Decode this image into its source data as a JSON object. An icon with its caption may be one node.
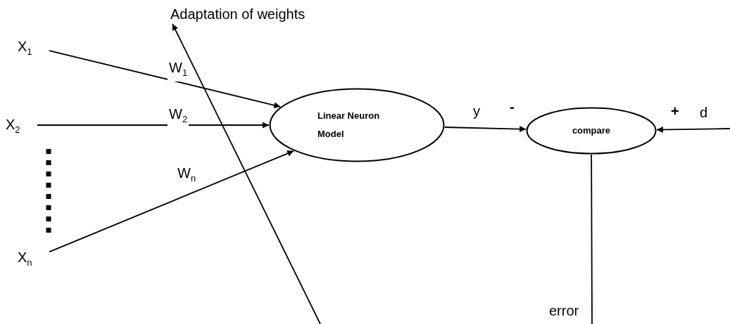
{
  "diagram": {
    "nodes": [
      {
        "text": [
          "X$_{1}$"
        ]
      },
      {
        "text": [
          "X$_{2}$"
        ]
      },
      {
        "text": [
          "X$_{n}$"
        ]
      },
      {
        "text": [
          "Linear Neuron Model"
        ]
      },
      {
        "text": [
          "compare"
        ]
      },
      {
        "text": [
          "Adaptation of weights"
        ]
      }
    ],
    "edges": [
      {
        "from": 0,
        "to": 3,
        "arrow": "to",
        "label": "W$_{1}$"
      },
      {
        "from": 1,
        "to": 3,
        "arrow": "to",
        "label": "W$_{2}$"
      },
      {
        "from": 2,
        "to": 3,
        "arrow": "to",
        "label": "W$_{n}$"
      },
      {
        "from": 3,
        "to": 4,
        "arrow": "to",
        "label": "y"
      },
      {
        "from": null,
        "to": 4,
        "arrow": "to",
        "label": "d"
      },
      {
        "from": 4,
        "to": null,
        "arrow": "none",
        "label": "error"
      },
      {
        "from": null,
        "to": 5,
        "arrow": "to"
      }
    ],
    "labels": [
      "-",
      "+"
    ]
  }
}
